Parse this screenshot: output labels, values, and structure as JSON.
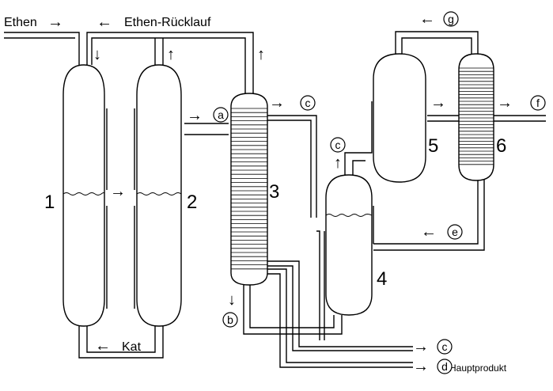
{
  "labels": {
    "ethen": "Ethen",
    "ethen_ruecklauf": "Ethen-Rücklauf",
    "kat": "Kat",
    "hauptprodukt": "Hauptprodukt"
  },
  "units": {
    "u1": "1",
    "u2": "2",
    "u3": "3",
    "u4": "4",
    "u5": "5",
    "u6": "6"
  },
  "streams": {
    "a": "a",
    "b": "b",
    "c": "c",
    "d": "d",
    "e": "e",
    "f": "f",
    "g": "g"
  },
  "arrows": {
    "right": "→",
    "left": "←",
    "up": "↑",
    "down": "↓"
  }
}
